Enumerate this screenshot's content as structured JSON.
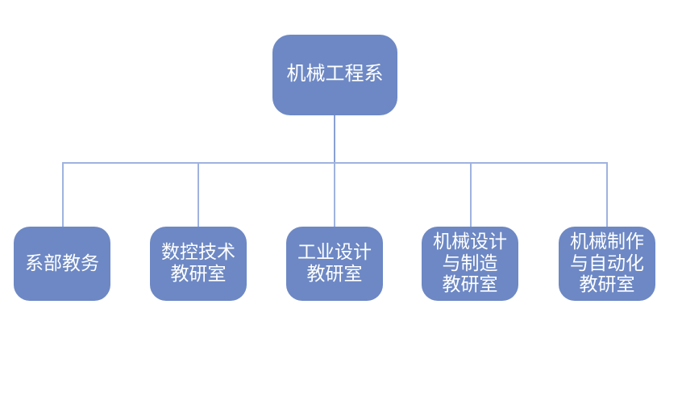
{
  "diagram": {
    "type": "org-chart",
    "root": {
      "label": "机械工程系"
    },
    "children": [
      {
        "label": "系部教务"
      },
      {
        "label": "数控技术\n教研室"
      },
      {
        "label": "工业设计\n教研室"
      },
      {
        "label": "机械设计\n与制造\n教研室"
      },
      {
        "label": "机械制作\n与自动化\n教研室"
      }
    ],
    "colors": {
      "box_fill": "#6D88C4",
      "box_text": "#FFFFFF",
      "connector": "#9FB3DF",
      "root_stem": "#8AA0D4",
      "background": "#FFFFFF"
    }
  }
}
